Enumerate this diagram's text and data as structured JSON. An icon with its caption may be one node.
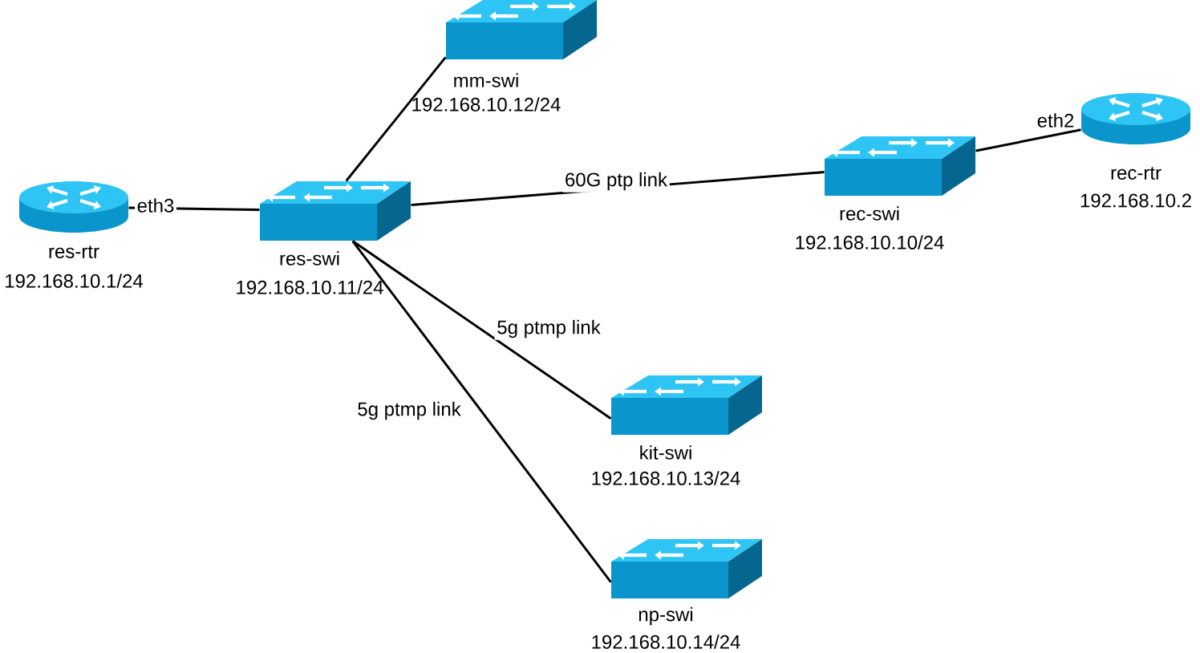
{
  "diagram": {
    "nodes": [
      {
        "text": [
          "mm-swi",
          "192.168.10.12/24"
        ]
      },
      {
        "text": [
          "res-rtr",
          "192.168.10.1/24"
        ]
      },
      {
        "text": [
          "res-swi",
          "192.168.10.11/24"
        ]
      },
      {
        "text": [
          "rec-swi",
          "192.168.10.10/24"
        ]
      },
      {
        "text": [
          "rec-rtr",
          "192.168.10.2"
        ]
      },
      {
        "text": [
          "kit-swi",
          "192.168.10.13/24"
        ]
      },
      {
        "text": [
          "np-swi",
          "192.168.10.14/24"
        ]
      }
    ],
    "edges": [
      {
        "from": 1,
        "to": 2,
        "arrow": "none",
        "label": "eth3"
      },
      {
        "from": 2,
        "to": 0,
        "arrow": "none"
      },
      {
        "from": 2,
        "to": 3,
        "arrow": "none",
        "label": "60G ptp link"
      },
      {
        "from": 3,
        "to": 4,
        "arrow": "none",
        "label": "eth2"
      },
      {
        "from": 2,
        "to": 5,
        "arrow": "none",
        "label": "5g ptmp link"
      },
      {
        "from": 2,
        "to": 6,
        "arrow": "none",
        "label": "5g ptmp link"
      }
    ]
  }
}
